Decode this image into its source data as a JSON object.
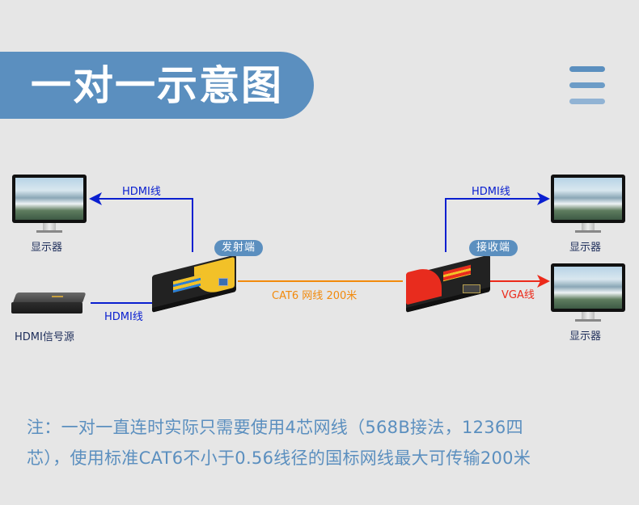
{
  "header": {
    "title": "一对一示意图",
    "menu_icon": "hamburger-menu-icon"
  },
  "colors": {
    "accent": "#5b8fbf",
    "hdmi_wire": "#0a1fd0",
    "cat6_wire": "#f28a0c",
    "vga_wire": "#ec2a1a",
    "label_text": "#1d2d5a"
  },
  "diagram": {
    "left_monitor_label": "显示器",
    "source_label": "HDMI信号源",
    "tx_badge": "发射端",
    "rx_badge": "接收端",
    "right_top_monitor_label": "显示器",
    "right_bottom_monitor_label": "显示器",
    "wires": {
      "tx_to_monitor": "HDMI线",
      "source_to_tx": "HDMI线",
      "tx_to_rx": "CAT6 网线 200米",
      "rx_to_monitor_hdmi": "HDMI线",
      "rx_to_monitor_vga": "VGA线"
    }
  },
  "note": {
    "line1": "注：一对一直连时实际只需要使用4芯网线（568B接法，1236四",
    "line2": "芯），使用标准CAT6不小于0.56线径的国标网线最大可传输200米"
  }
}
